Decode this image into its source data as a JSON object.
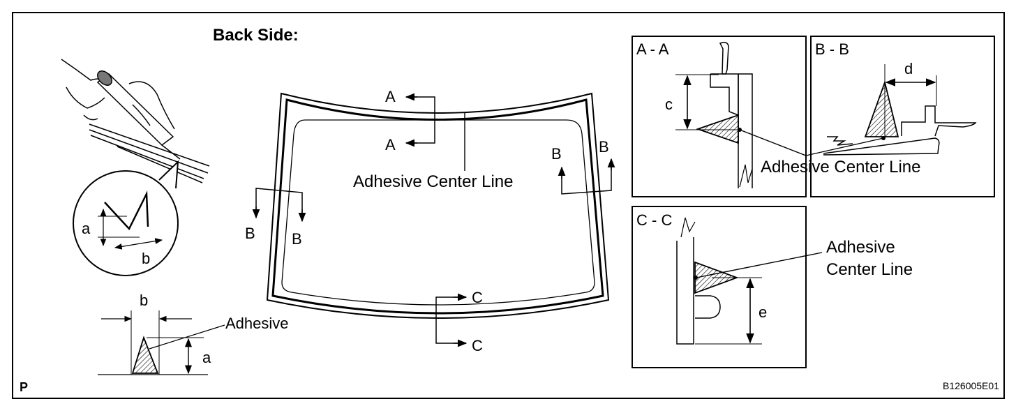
{
  "title": "Back Side:",
  "corner_left": "P",
  "corner_right": "B126005E01",
  "section_marks": {
    "a_top": "A",
    "a_bottom": "A",
    "b_right_left": "B",
    "b_right_right": "B",
    "b_left_left": "B",
    "b_left_right": "B",
    "c_top": "C",
    "c_bottom": "C"
  },
  "main_callout": "Adhesive Center Line",
  "inset_dims": {
    "a": "a",
    "b": "b"
  },
  "bead": {
    "callout": "Adhesive",
    "dim_a": "a",
    "dim_b": "b"
  },
  "panels": {
    "aa": {
      "title": "A - A",
      "dim": "c"
    },
    "bb": {
      "title": "B - B",
      "dim": "d"
    },
    "ab_callout": "Adhesive Center Line",
    "cc": {
      "title": "C - C",
      "dim": "e",
      "callout_line1": "Adhesive",
      "callout_line2": "Center Line"
    }
  }
}
